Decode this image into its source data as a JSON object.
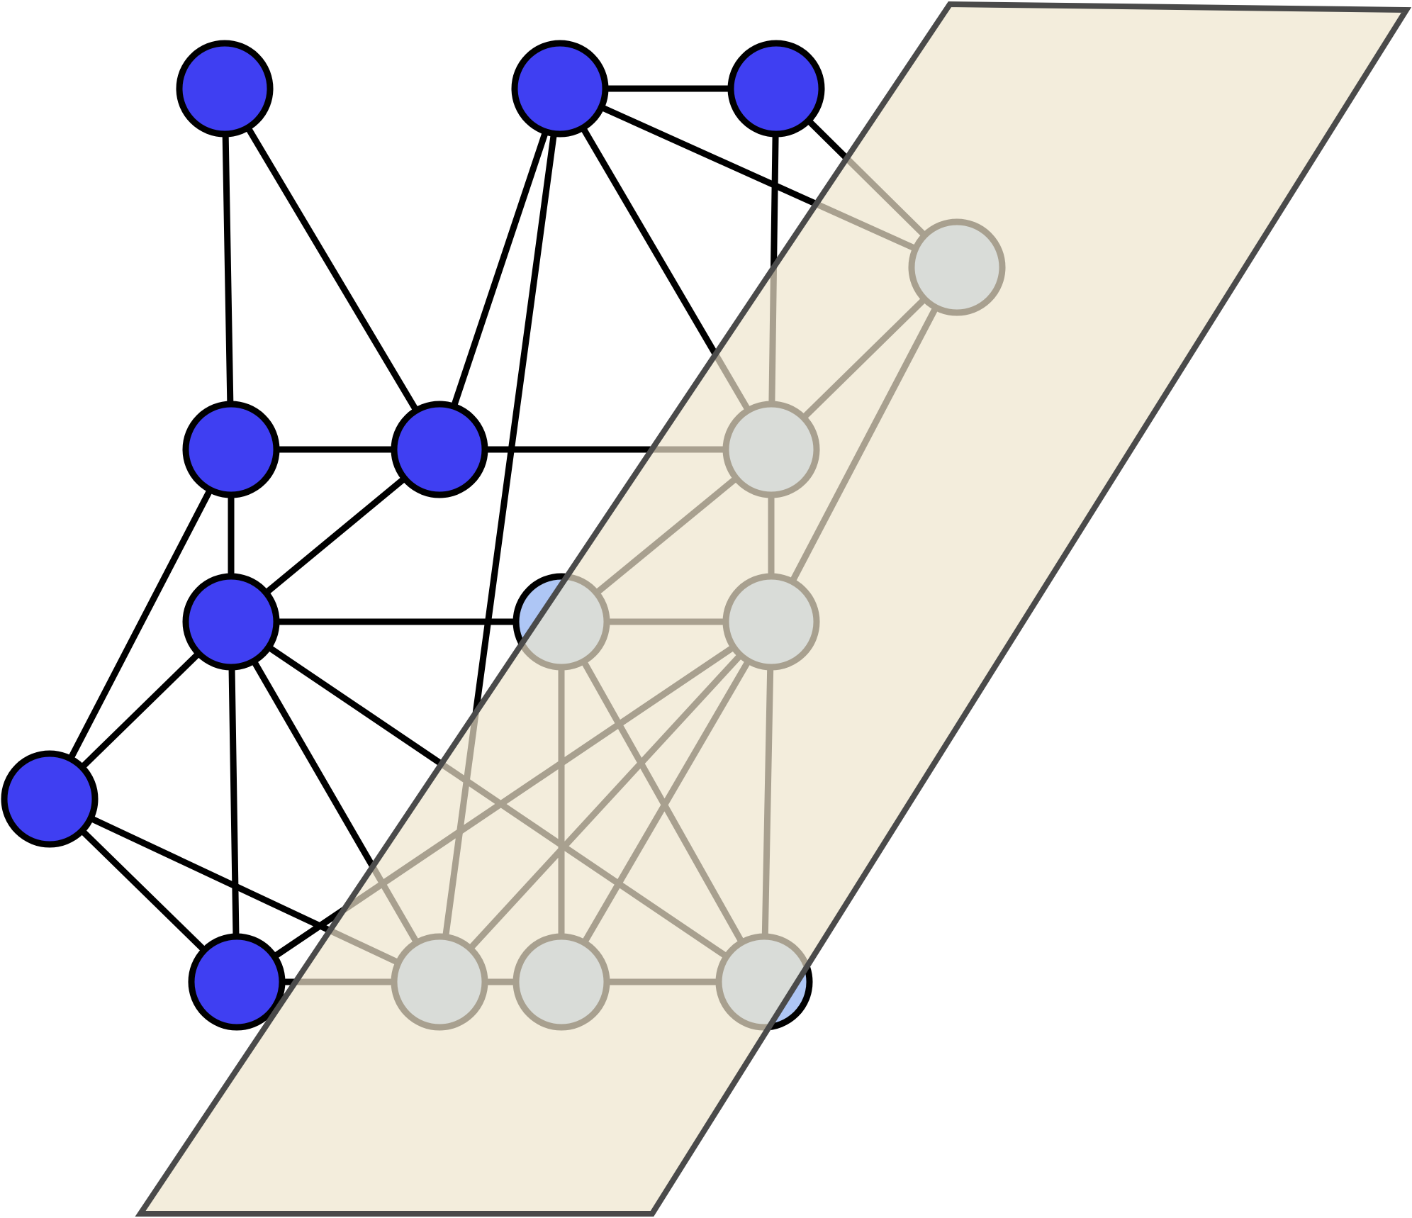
{
  "diagram": {
    "kind": "graph-with-cutting-plane",
    "colors": {
      "front_node_fill": "#3f3ff2",
      "front_node_stroke": "#000000",
      "front_edge": "#000000",
      "plane_fill": "#f3eddc",
      "plane_stroke": "#4a4a4a",
      "covered_node_fill": "#d9dcd8",
      "covered_node_stroke": "#a8a08f",
      "covered_edge": "#a8a08f",
      "partial_node_fill": "#aec6f5"
    },
    "nodes": [
      {
        "id": "n1",
        "label": "",
        "side": "front"
      },
      {
        "id": "n2",
        "label": "",
        "side": "front"
      },
      {
        "id": "n3",
        "label": "",
        "side": "front"
      },
      {
        "id": "n4",
        "label": "",
        "side": "front"
      },
      {
        "id": "n5",
        "label": "",
        "side": "front"
      },
      {
        "id": "n6",
        "label": "",
        "side": "front"
      },
      {
        "id": "n7",
        "label": "",
        "side": "front"
      },
      {
        "id": "n8",
        "label": "",
        "side": "front"
      },
      {
        "id": "n9",
        "label": "",
        "side": "straddles-plane"
      },
      {
        "id": "n10",
        "label": "",
        "side": "behind-plane"
      },
      {
        "id": "n11",
        "label": "",
        "side": "behind-plane"
      },
      {
        "id": "n12",
        "label": "",
        "side": "behind-plane"
      },
      {
        "id": "n13",
        "label": "",
        "side": "behind-plane"
      },
      {
        "id": "n14",
        "label": "",
        "side": "behind-plane"
      },
      {
        "id": "n15",
        "label": "",
        "side": "straddles-plane"
      }
    ],
    "edges": [
      [
        "n1",
        "n4"
      ],
      [
        "n1",
        "n5"
      ],
      [
        "n2",
        "n3"
      ],
      [
        "n2",
        "n5"
      ],
      [
        "n2",
        "n10"
      ],
      [
        "n2",
        "n11"
      ],
      [
        "n2",
        "n13"
      ],
      [
        "n3",
        "n11"
      ],
      [
        "n3",
        "n10"
      ],
      [
        "n4",
        "n5"
      ],
      [
        "n4",
        "n6"
      ],
      [
        "n4",
        "n7"
      ],
      [
        "n5",
        "n6"
      ],
      [
        "n5",
        "n11"
      ],
      [
        "n6",
        "n7"
      ],
      [
        "n6",
        "n8"
      ],
      [
        "n6",
        "n9"
      ],
      [
        "n6",
        "n13"
      ],
      [
        "n6",
        "n15"
      ],
      [
        "n7",
        "n8"
      ],
      [
        "n7",
        "n13"
      ],
      [
        "n8",
        "n12"
      ],
      [
        "n8",
        "n13"
      ],
      [
        "n9",
        "n11"
      ],
      [
        "n9",
        "n12"
      ],
      [
        "n9",
        "n14"
      ],
      [
        "n9",
        "n15"
      ],
      [
        "n10",
        "n11"
      ],
      [
        "n10",
        "n12"
      ],
      [
        "n11",
        "n12"
      ],
      [
        "n12",
        "n13"
      ],
      [
        "n12",
        "n14"
      ],
      [
        "n12",
        "n15"
      ],
      [
        "n12",
        "n8"
      ],
      [
        "n13",
        "n14"
      ],
      [
        "n14",
        "n15"
      ]
    ]
  }
}
